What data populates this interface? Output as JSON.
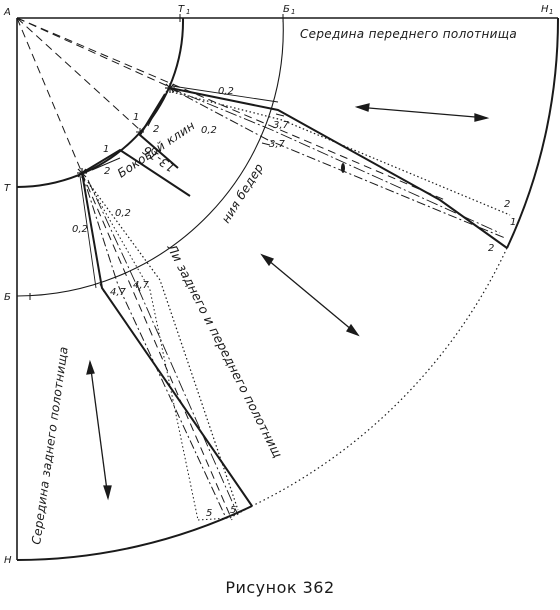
{
  "points": {
    "A": "А",
    "T1": "Т",
    "T1_sub": "1",
    "B1": "Б",
    "B1_sub": "1",
    "H1": "Н",
    "H1_sub": "1",
    "T": "Т",
    "B": "Б",
    "H": "Н"
  },
  "labels": {
    "front_middle": "Середина переднего полотнища",
    "back_middle": "Середина заднего полотнища",
    "side_wedge": "Боковой клин",
    "hip_line": "ния бедер",
    "side_lines": "Ли  заднего и переднего полотнищ",
    "dart_size": "13-16"
  },
  "numbers": {
    "n02_top": "0,2",
    "n02_second": "0,2",
    "n02_left": "0,2",
    "n02_left2": "0,2",
    "n37_a": "3,7",
    "n37_b": "3,7",
    "n47_a": "4,7",
    "n47_b": "4,7",
    "n1_a": "1",
    "n2_a": "2",
    "n1_b": "1",
    "n2_b": "2",
    "n2_c": "2",
    "n1_c": "1",
    "n2_d": "2",
    "n5_a": "5",
    "n5_b": "5"
  },
  "caption": "Рисунок 362"
}
